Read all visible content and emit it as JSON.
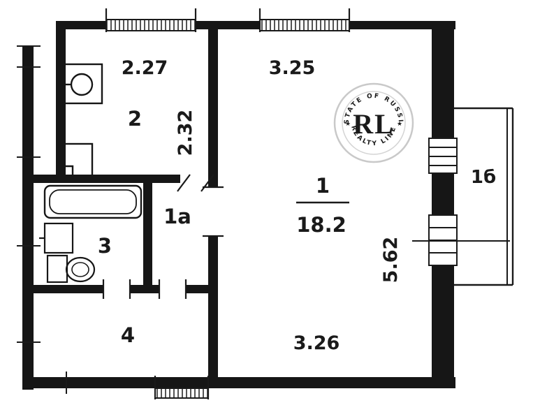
{
  "floorplan": {
    "rooms": {
      "living": {
        "label": "1",
        "area": "18.2"
      },
      "kitchen": {
        "label": "2"
      },
      "bath": {
        "label": "3"
      },
      "corridor": {
        "label": "4"
      },
      "hall": {
        "label": "1а"
      },
      "balcony": {
        "label": "1б"
      }
    },
    "dims": {
      "kitchen_w": "2.27",
      "kitchen_h": "2.32",
      "living_w_top": "3.25",
      "living_w_bottom": "3.26",
      "living_h": "5.62"
    },
    "watermark": {
      "initials": "RL",
      "arc_top": "ESTATE OF RUSSIA",
      "arc_bottom": "REALTY LINE",
      "star": "★",
      "gold": "#c79f2b",
      "ring_gray": "#cccccc"
    },
    "ink": "#1a1a1a"
  }
}
